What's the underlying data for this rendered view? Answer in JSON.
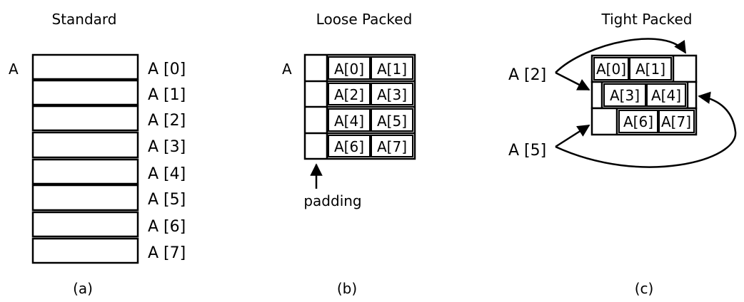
{
  "panel_a": {
    "title": "Standard",
    "base_label": "A",
    "elements": [
      "A [0]",
      "A [1]",
      "A [2]",
      "A [3]",
      "A [4]",
      "A [5]",
      "A [6]",
      "A [7]"
    ],
    "caption": "(a)"
  },
  "panel_b": {
    "title": "Loose Packed",
    "base_label": "A",
    "rows": [
      [
        "A[0]",
        "A[1]"
      ],
      [
        "A[2]",
        "A[3]"
      ],
      [
        "A[4]",
        "A[5]"
      ],
      [
        "A[6]",
        "A[7]"
      ]
    ],
    "padding_label": "padding",
    "caption": "(b)"
  },
  "panel_c": {
    "title": "Tight Packed",
    "pointer_labels": [
      "A [2]",
      "A [5]"
    ],
    "rows": [
      [
        "A[0]",
        "A[1]"
      ],
      [
        "A[3]",
        "A[4]"
      ],
      [
        "A[6]",
        "A[7]"
      ]
    ],
    "caption": "(c)"
  }
}
